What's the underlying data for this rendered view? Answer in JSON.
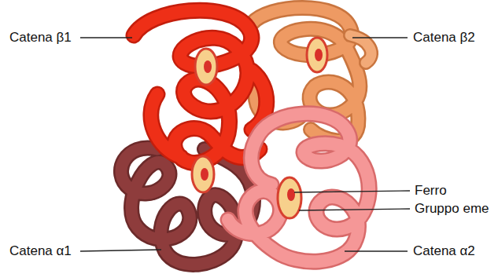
{
  "diagram": {
    "labels": [
      "Catena β1",
      "Catena β2",
      "Ferro",
      "Gruppo eme",
      "Catena α1",
      "Catena α2"
    ]
  }
}
